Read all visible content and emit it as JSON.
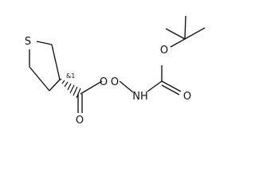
{
  "molecule": {
    "atoms": {
      "sulfur": "S",
      "ether_oxygen_1": "O",
      "ether_oxygen_2": "O",
      "carbonyl_oxygen_left": "O",
      "carbonyl_oxygen_right": "O",
      "nitrogen": "NH"
    },
    "stereo_label": "&1"
  },
  "colors": {
    "ink": "#111111",
    "background": "#ffffff"
  }
}
